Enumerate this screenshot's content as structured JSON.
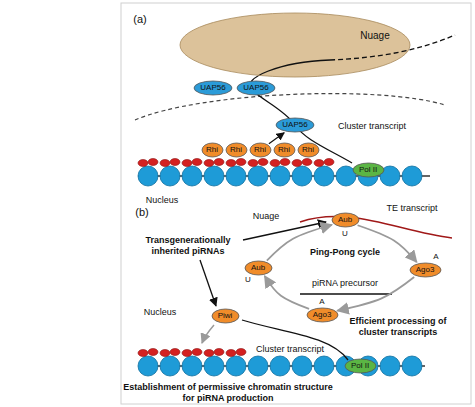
{
  "diagram": {
    "nodes": [
      {
        "text": [
          "Nuage"
        ]
      },
      {
        "text": [
          "UAP56"
        ]
      },
      {
        "text": [
          "UAP56"
        ]
      },
      {
        "text": [
          "UAP56"
        ]
      },
      {
        "text": [
          "Rhi"
        ]
      },
      {
        "text": [
          "Rhi"
        ]
      },
      {
        "text": [
          "Rhi"
        ]
      },
      {
        "text": [
          "Rhi"
        ]
      },
      {
        "text": [
          "Rhi"
        ]
      },
      {
        "text": [
          "Pol II"
        ]
      },
      {
        "text": [
          "Aub"
        ]
      },
      {
        "text": [
          "Ago3"
        ]
      },
      {
        "text": [
          "Ago3"
        ]
      },
      {
        "text": [
          "Aub"
        ]
      },
      {
        "text": [
          "Piwi"
        ]
      },
      {
        "text": [
          "Pol II"
        ]
      }
    ],
    "edges": [
      {
        "from": 6,
        "to": 3,
        "arrow": "to"
      },
      {
        "from": 10,
        "to": 11,
        "arrow": "to"
      },
      {
        "from": 11,
        "to": 12,
        "arrow": "to"
      },
      {
        "from": 12,
        "to": 13,
        "arrow": "to"
      },
      {
        "from": 13,
        "to": 10,
        "arrow": "to"
      }
    ],
    "labels": [
      "(a)",
      "Nucleus",
      "Cluster transcript",
      "(b)",
      "Nuage",
      "Transgenerationally inherited piRNAs",
      "Ping-Pong cycle",
      "U",
      "TE transcript",
      "A",
      "piRNA precursor",
      "A",
      "U",
      "Efficient processing of cluster transcripts",
      "Nucleus",
      "Cluster transcript",
      "Establishment of permissive chromatin structure for piRNA production"
    ]
  }
}
